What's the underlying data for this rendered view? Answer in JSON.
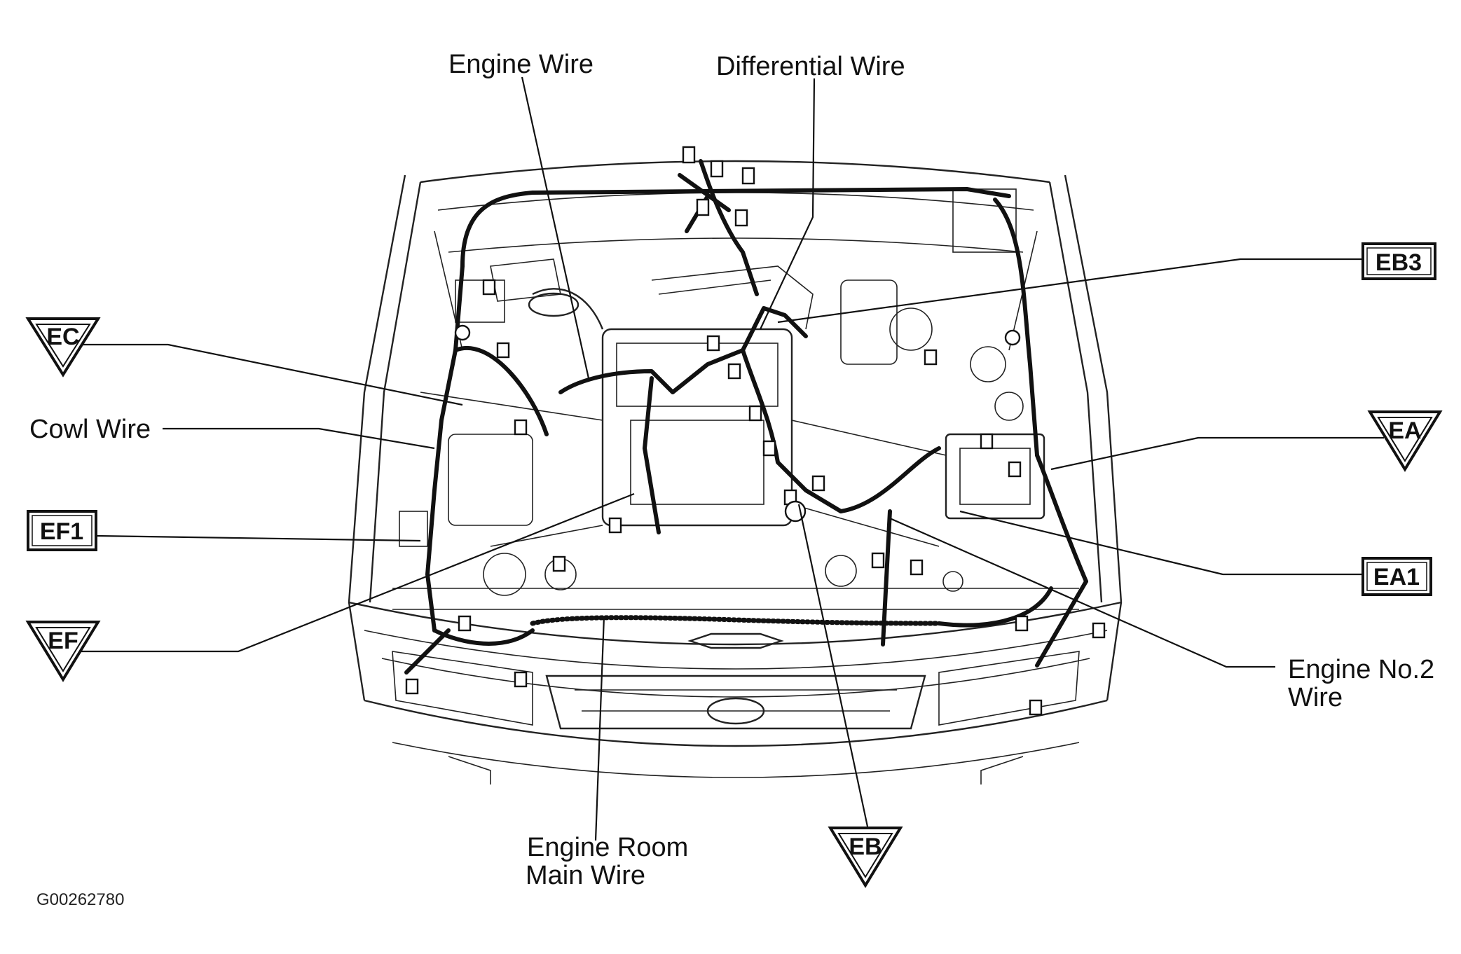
{
  "diagram": {
    "labels": {
      "engine_wire": "Engine Wire",
      "differential_wire": "Differential Wire",
      "cowl_wire": "Cowl Wire",
      "engine_room_main_wire_line1": "Engine Room",
      "engine_room_main_wire_line2": "Main Wire",
      "engine_no2_wire_line1": "Engine No.2",
      "engine_no2_wire_line2": "Wire"
    },
    "ground_points": {
      "ec": "EC",
      "ef": "EF",
      "ea": "EA",
      "eb": "EB"
    },
    "connectors": {
      "eb3": "EB3",
      "ef1": "EF1",
      "ea1": "EA1"
    },
    "figure_id": "G00262780"
  }
}
